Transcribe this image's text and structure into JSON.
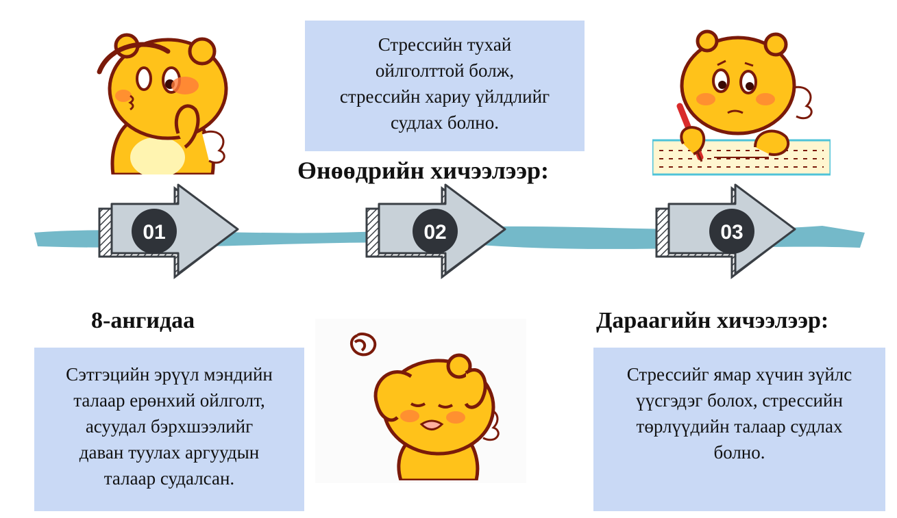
{
  "center": {
    "title": "Өнөөдрийн хичээлээр:",
    "text": "Стрессийн тухай\nойлголттой болж,\nстрессийн хариу үйлдлийг\nсудлах болно."
  },
  "left": {
    "title": "8-ангидаа",
    "text": "Сэтгэцийн эрүүл мэндийн\nталаар ерөнхий ойлголт,\nасуудал бэрхшээлийг\nдаван туулах аргуудын\nталаар судалсан."
  },
  "right": {
    "title": "Дараагийн хичээлээр:",
    "text": "Стрессийг ямар хүчин зүйлс\nүүсгэдэг болох, стрессийн\nтөрлүүдийн талаар судлах\nболно."
  },
  "steps": [
    "01",
    "02",
    "03"
  ],
  "colors": {
    "box": "#c9d9f5",
    "ribbon": "#74b9c9",
    "arrow_fill": "#c8d1d8",
    "circle": "#2f3339",
    "character": "#ffc21a"
  },
  "icons": [
    "thinking-character-icon",
    "headache-character-icon",
    "writing-character-icon"
  ]
}
